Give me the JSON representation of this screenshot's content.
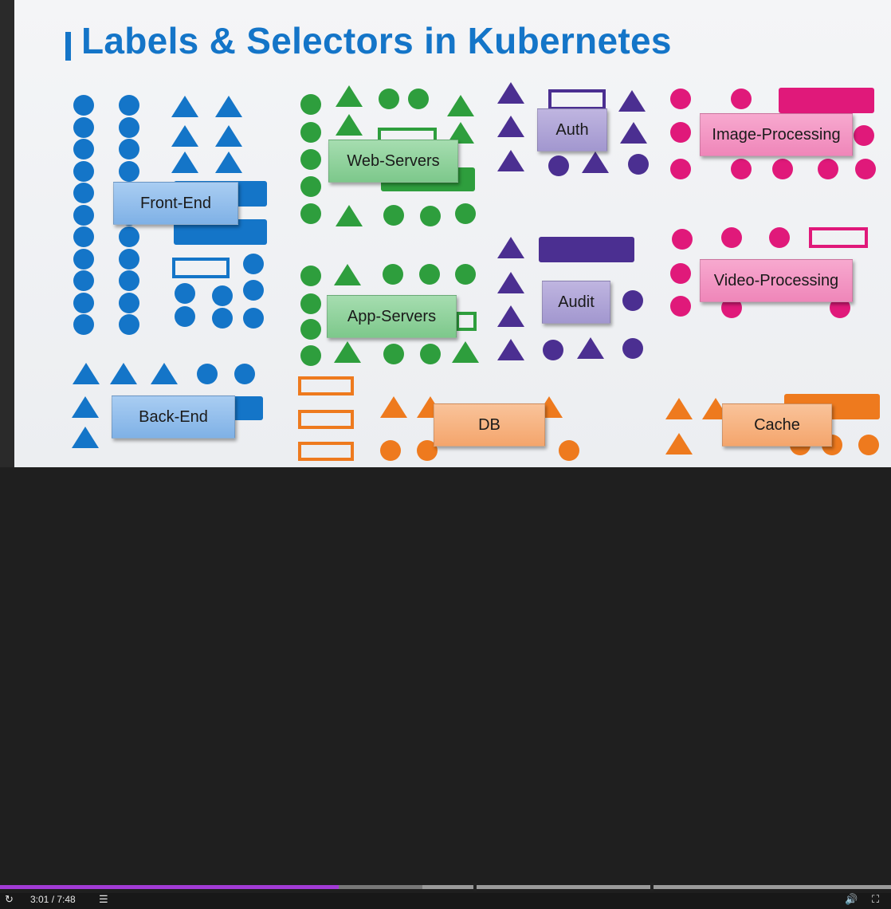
{
  "slide": {
    "title": "Labels & Selectors in Kubernetes",
    "groups": [
      {
        "id": "front-end",
        "label": "Front-End",
        "color": "#1475c8"
      },
      {
        "id": "web-servers",
        "label": "Web-Servers",
        "color": "#2e9e3d"
      },
      {
        "id": "auth",
        "label": "Auth",
        "color": "#4b2f91"
      },
      {
        "id": "image-processing",
        "label": "Image-Processing",
        "color": "#e0197a"
      },
      {
        "id": "app-servers",
        "label": "App-Servers",
        "color": "#2e9e3d"
      },
      {
        "id": "audit",
        "label": "Audit",
        "color": "#4b2f91"
      },
      {
        "id": "video-processing",
        "label": "Video-Processing",
        "color": "#e0197a"
      },
      {
        "id": "back-end",
        "label": "Back-End",
        "color": "#1475c8"
      },
      {
        "id": "db",
        "label": "DB",
        "color": "#ee7a1e"
      },
      {
        "id": "cache",
        "label": "Cache",
        "color": "#ee7a1e"
      }
    ]
  },
  "player": {
    "time": "3:01 / 7:48",
    "progress_fraction": 0.38,
    "accent_color": "#a23bd6",
    "icons": [
      "replay-icon",
      "menu-icon",
      "volume-icon",
      "fullscreen-icon"
    ]
  }
}
